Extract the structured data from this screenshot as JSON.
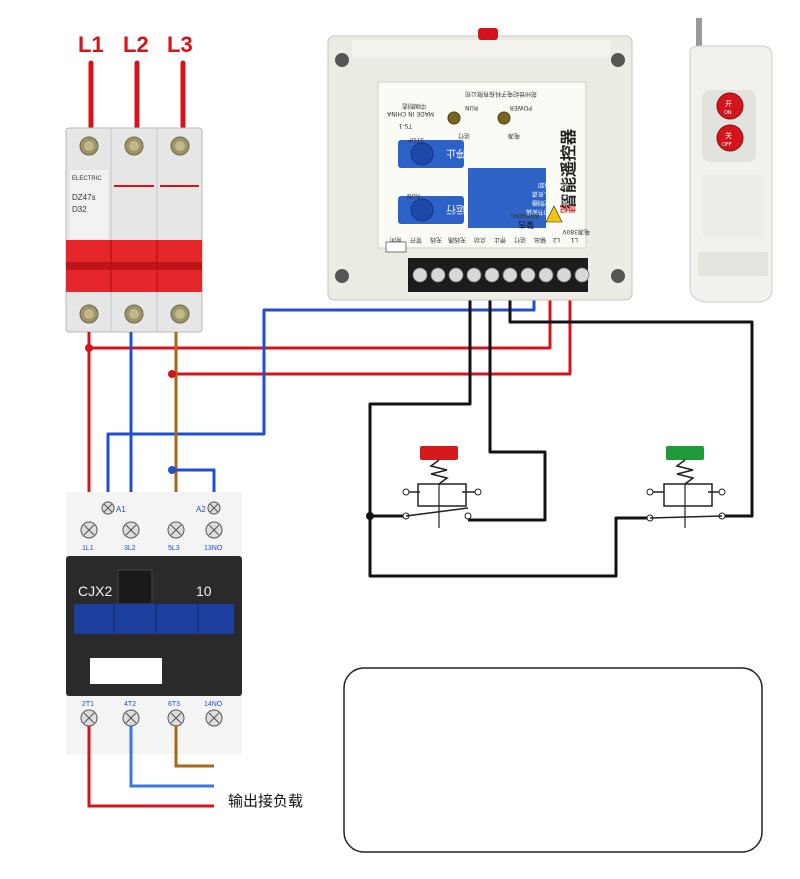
{
  "phase_labels": [
    "L1",
    "L2",
    "L3"
  ],
  "breaker": {
    "model": "DZ47s",
    "rating": "D32",
    "brand": "ELECTRIC"
  },
  "controller": {
    "company": "郑州世纪电子科技有限公司",
    "title": "智能遥控器",
    "model": "TS-1",
    "made_in": "中国制造",
    "made_in_en": "MADE IN CHINA",
    "power_cn": "电源",
    "power_en": "POWER",
    "run_cn": "运行",
    "run_en": "RUN",
    "stop_cn": "停止",
    "stop_en": "STOP",
    "warning_cn": "警告",
    "warning_en": "WARNING",
    "warning_lines": [
      "请按说明书安装",
      "使用本控制器",
      "非专业人员请",
      "勿擅自拆卸"
    ],
    "voltage": "电源380V",
    "terminal_labels": [
      "L1",
      "L2",
      "输出",
      "运行",
      "停止",
      "点动",
      "无线路",
      "无线",
      "常开",
      "常闭"
    ],
    "logo": "世纪"
  },
  "remote": {
    "on_cn": "开",
    "on_en": "ON",
    "off_cn": "关",
    "off_en": "OFF"
  },
  "contactor": {
    "model": "CJX2",
    "rating": "10",
    "top_terminals": [
      "1L1",
      "3L2",
      "5L3",
      "13NO"
    ],
    "coil_terminals": [
      "A1",
      "A2"
    ],
    "bottom_terminals": [
      "2T1",
      "4T2",
      "6T3",
      "14NO"
    ]
  },
  "output_label": "输出接负载",
  "colors": {
    "red_wire": "#d4141c",
    "blue_wire": "#1f4fcf",
    "brown_wire": "#a8661a",
    "black_wire": "#111111",
    "stop_button": "#d41a1a",
    "start_button": "#1e9a3a",
    "contactor_blue": "#1d3f9e"
  }
}
